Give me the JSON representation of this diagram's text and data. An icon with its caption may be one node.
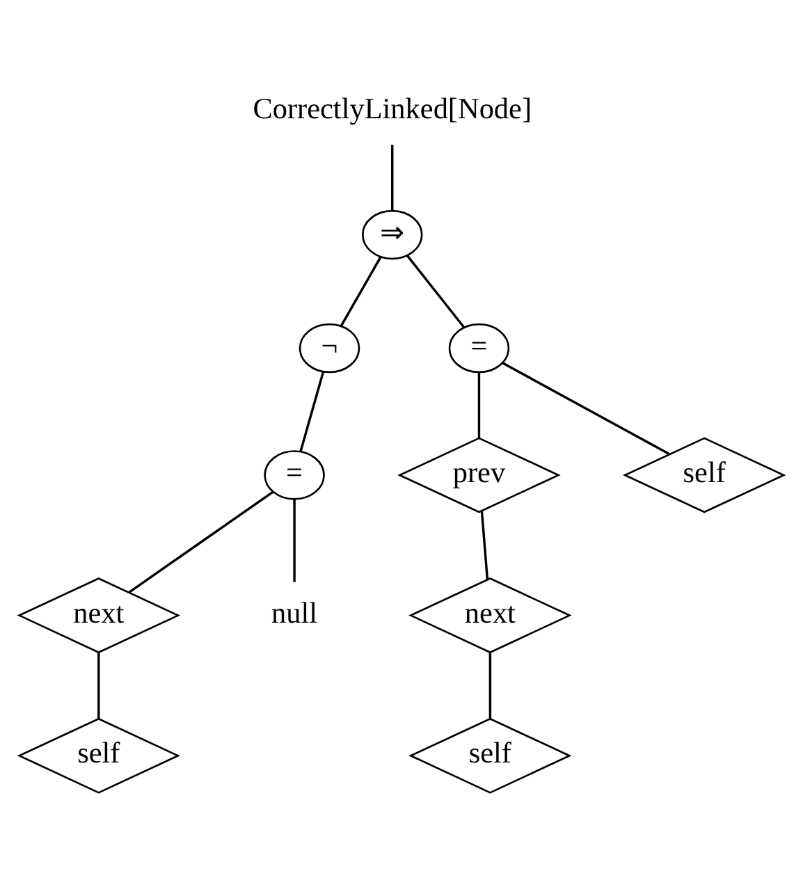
{
  "diagram": {
    "nodes": [
      {
        "text": [
          "CorrectlyLinked[Node]"
        ]
      },
      {
        "text": [
          "⇒"
        ]
      },
      {
        "text": [
          "¬"
        ]
      },
      {
        "text": [
          "="
        ]
      },
      {
        "text": [
          "="
        ]
      },
      {
        "text": [
          "prev"
        ]
      },
      {
        "text": [
          "self"
        ]
      },
      {
        "text": [
          "next"
        ]
      },
      {
        "text": [
          "null"
        ]
      },
      {
        "text": [
          "next"
        ]
      },
      {
        "text": [
          "self"
        ]
      },
      {
        "text": [
          "self"
        ]
      }
    ],
    "edges": [
      {
        "from": 0,
        "to": 1,
        "arrow": "none"
      },
      {
        "from": 1,
        "to": 2,
        "arrow": "none"
      },
      {
        "from": 1,
        "to": 3,
        "arrow": "none"
      },
      {
        "from": 2,
        "to": 4,
        "arrow": "none"
      },
      {
        "from": 3,
        "to": 5,
        "arrow": "none"
      },
      {
        "from": 3,
        "to": 6,
        "arrow": "none"
      },
      {
        "from": 4,
        "to": 7,
        "arrow": "none"
      },
      {
        "from": 4,
        "to": 8,
        "arrow": "none"
      },
      {
        "from": 5,
        "to": 9,
        "arrow": "none"
      },
      {
        "from": 7,
        "to": 10,
        "arrow": "none"
      },
      {
        "from": 9,
        "to": 11,
        "arrow": "none"
      }
    ]
  }
}
